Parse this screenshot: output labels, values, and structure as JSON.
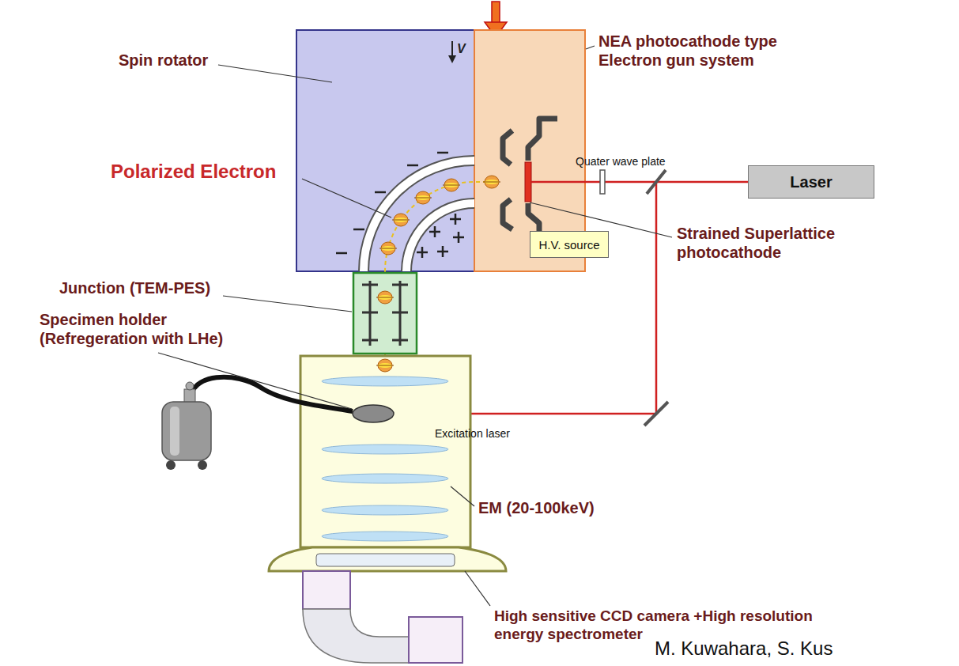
{
  "diagram": {
    "nodes": [
      {
        "text": [
          "Laser"
        ]
      },
      {
        "text": [
          "H.V. source"
        ]
      }
    ],
    "labels": [
      "Spin rotator",
      "NEA photocathode type Electron gun system",
      "Quater wave plate",
      "Polarized Electron",
      "V",
      "Strained Superlattice photocathode",
      "Junction (TEM-PES)",
      "Specimen holder (Refregeration with LHe)",
      "Excitation laser",
      "EM (20-100keV)",
      "High sensitive CCD camera +High resolution energy spectrometer",
      "M. Kuwahara, S. Kus"
    ]
  }
}
